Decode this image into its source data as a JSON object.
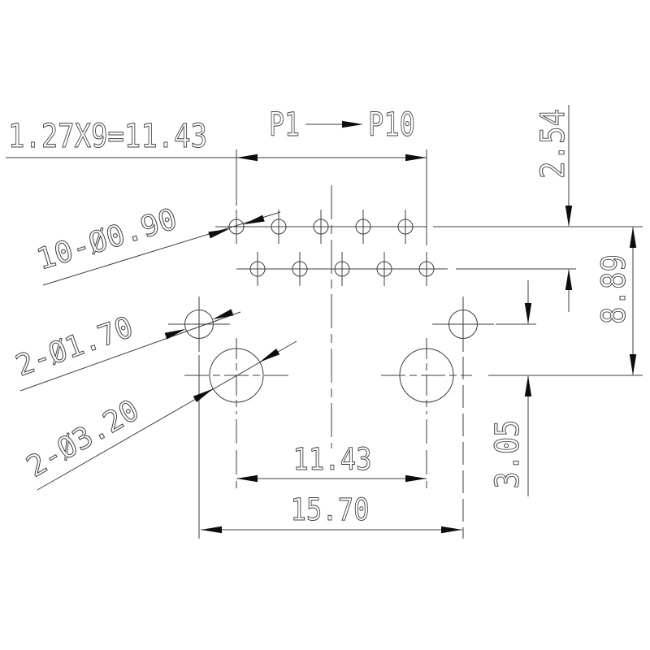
{
  "drawing": {
    "labels": {
      "pitch_note": "1.27X9=11.43",
      "pin_first": "P1",
      "pin_last": "P10",
      "row_spacing": "2.54",
      "row_to_mount": "8.89",
      "mid_to_mount": "3.05",
      "mount_span_inner": "11.43",
      "mount_span_outer": "15.70",
      "leader_pin_holes": "10-Ø0.90",
      "leader_mid_holes": "2-Ø1.70",
      "leader_big_holes": "2-Ø3.20"
    },
    "colors": {
      "line": "#3c3c3c",
      "text": "#404040",
      "arrow": "#0d0d0d",
      "background": "#ffffff"
    }
  }
}
